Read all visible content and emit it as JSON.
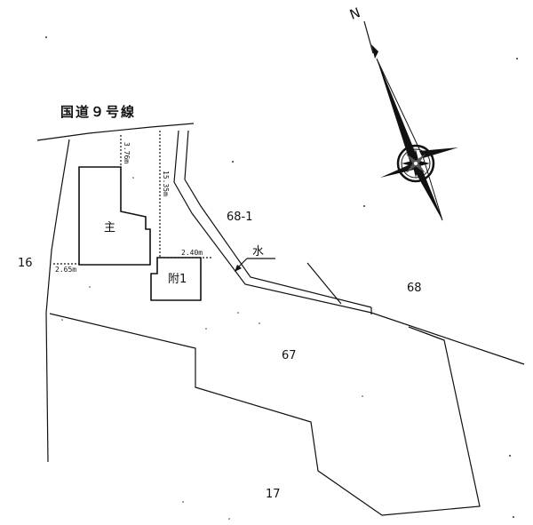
{
  "road_name": "国道９号線",
  "parcels": {
    "p16": "16",
    "p68_1": "68-1",
    "p68": "68",
    "p67": "67",
    "p17": "17"
  },
  "buildings": {
    "main": "主",
    "annex": "附1"
  },
  "annotations": {
    "water": "水"
  },
  "dimensions": {
    "d_3_75": "3.76m",
    "d_15_35": "15.35m",
    "d_2_40": "2.40m",
    "d_2_65": "2.65m"
  },
  "compass": {
    "north_label": "N"
  },
  "colors": {
    "line": "#111111",
    "background": "#ffffff"
  }
}
